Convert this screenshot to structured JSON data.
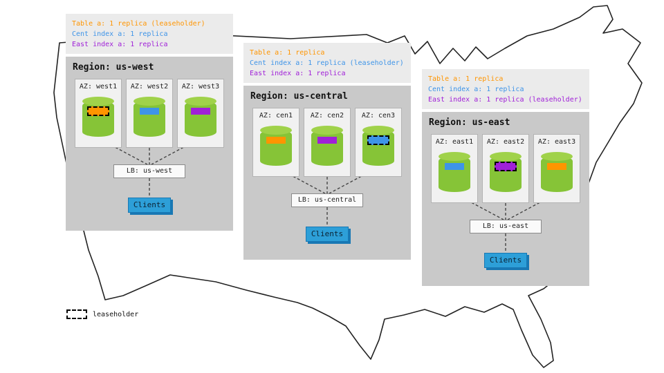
{
  "colors": {
    "orange": "#FF9500",
    "blue": "#3E94E8",
    "purple": "#A020D8",
    "green": "#86C437",
    "client_blue": "#2D9FD8",
    "panel_gray": "#C9C9C9",
    "summary_gray": "#EBEBEB"
  },
  "legend": {
    "label": "leaseholder"
  },
  "regions": [
    {
      "id": "us-west",
      "title": "Region: us-west",
      "summary": [
        {
          "text": "Table a: 1 replica (leaseholder)",
          "color": "orange"
        },
        {
          "text": "Cent index a: 1 replica",
          "color": "blue"
        },
        {
          "text": "East index a: 1 replica",
          "color": "purple"
        }
      ],
      "azs": [
        {
          "label": "AZ: west1",
          "color": "orange",
          "leaseholder": true
        },
        {
          "label": "AZ: west2",
          "color": "blue",
          "leaseholder": false
        },
        {
          "label": "AZ: west3",
          "color": "purple",
          "leaseholder": false
        }
      ],
      "lb": "LB: us-west",
      "clients": "Clients"
    },
    {
      "id": "us-central",
      "title": "Region: us-central",
      "summary": [
        {
          "text": "Table a: 1 replica",
          "color": "orange"
        },
        {
          "text": "Cent index a: 1 replica (leaseholder)",
          "color": "blue"
        },
        {
          "text": "East index a: 1 replica",
          "color": "purple"
        }
      ],
      "azs": [
        {
          "label": "AZ: cen1",
          "color": "orange",
          "leaseholder": false
        },
        {
          "label": "AZ: cen2",
          "color": "purple",
          "leaseholder": false
        },
        {
          "label": "AZ: cen3",
          "color": "blue",
          "leaseholder": true
        }
      ],
      "lb": "LB: us-central",
      "clients": "Clients"
    },
    {
      "id": "us-east",
      "title": "Region: us-east",
      "summary": [
        {
          "text": "Table a: 1 replica",
          "color": "orange"
        },
        {
          "text": "Cent index a: 1 replica",
          "color": "blue"
        },
        {
          "text": "East index a: 1 replica (leaseholder)",
          "color": "purple"
        }
      ],
      "azs": [
        {
          "label": "AZ: east1",
          "color": "blue",
          "leaseholder": false
        },
        {
          "label": "AZ: east2",
          "color": "purple",
          "leaseholder": true
        },
        {
          "label": "AZ: east3",
          "color": "orange",
          "leaseholder": false
        }
      ],
      "lb": "LB: us-east",
      "clients": "Clients"
    }
  ]
}
